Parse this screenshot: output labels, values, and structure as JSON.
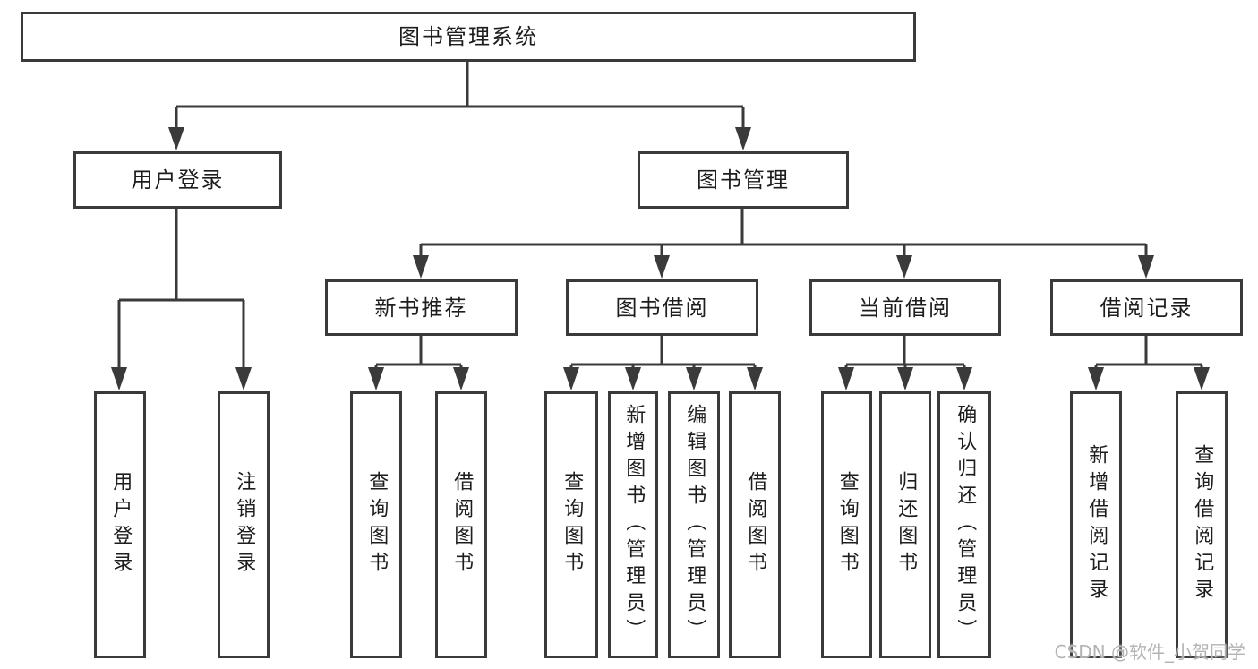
{
  "colors": {
    "line": "#3a3a3a",
    "text": "#1d1d1d",
    "watermark": "#b3b3b3",
    "background": "#ffffff"
  },
  "tree": {
    "root": "图书管理系统",
    "branches": [
      {
        "label": "用户登录",
        "children": [
          "用户登录",
          "注销登录"
        ]
      },
      {
        "label": "图书管理",
        "sections": [
          {
            "label": "新书推荐",
            "children": [
              "查询图书",
              "借阅图书"
            ]
          },
          {
            "label": "图书借阅",
            "children": [
              "查询图书",
              "新增图书（管理员）",
              "编辑图书（管理员）",
              "借阅图书"
            ]
          },
          {
            "label": "当前借阅",
            "children": [
              "查询图书",
              "归还图书",
              "确认归还（管理员）"
            ]
          },
          {
            "label": "借阅记录",
            "children": [
              "新增借阅记录",
              "查询借阅记录"
            ]
          }
        ]
      }
    ]
  },
  "watermark": {
    "text": "CSDN @软件_小贺同学"
  }
}
